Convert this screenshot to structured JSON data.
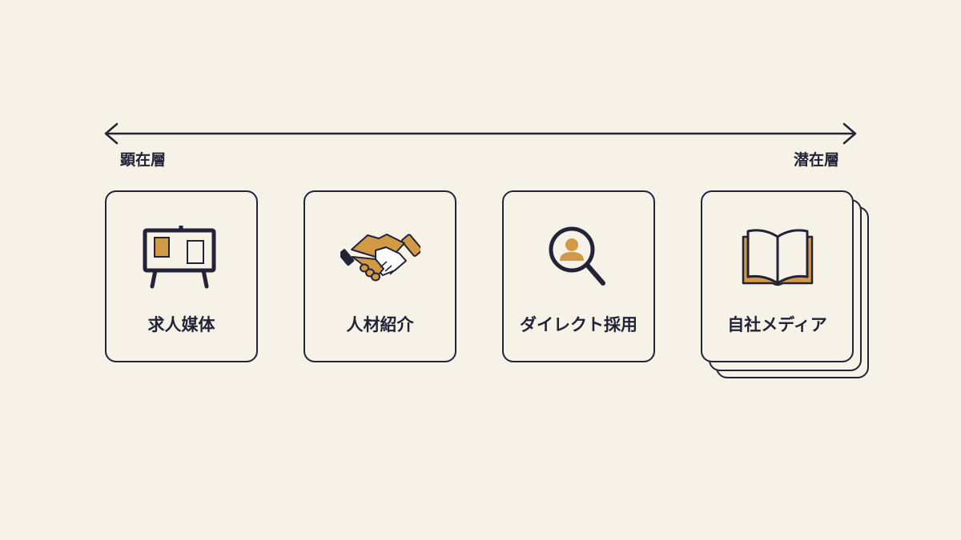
{
  "scale": {
    "left_label": "顕在層",
    "right_label": "潜在層"
  },
  "cards": [
    {
      "label": "求人媒体",
      "icon": "bulletin-board-icon"
    },
    {
      "label": "人材紹介",
      "icon": "handshake-icon"
    },
    {
      "label": "ダイレクト採用",
      "icon": "magnifier-person-icon"
    },
    {
      "label": "自社メディア",
      "icon": "open-book-icon"
    }
  ],
  "colors": {
    "background": "#f6f2e8",
    "ink": "#232337",
    "accent": "#d39a45"
  }
}
